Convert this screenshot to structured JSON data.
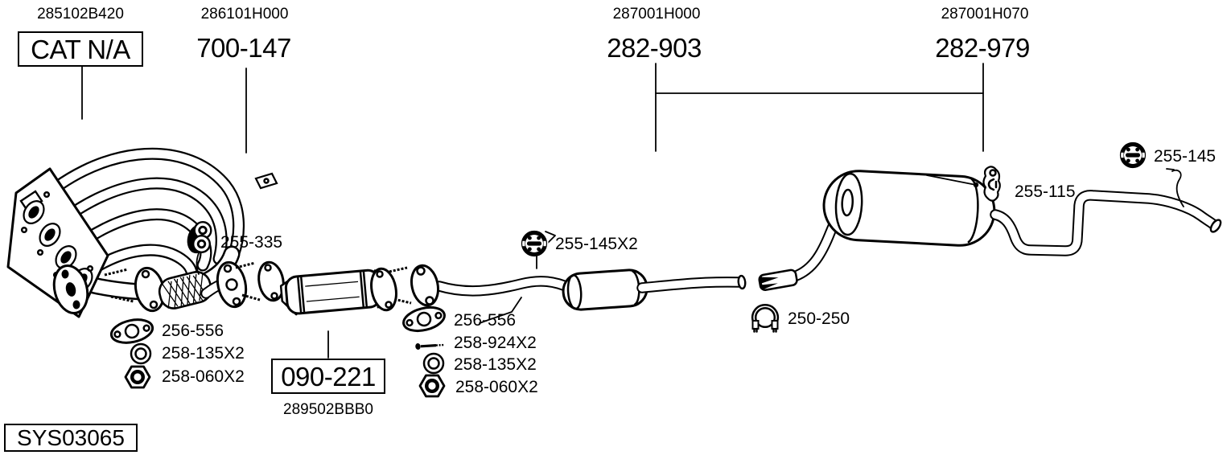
{
  "drawing_code": "SYS03065",
  "assemblies": [
    {
      "oem_code": "285102B420",
      "label": "CAT N/A",
      "boxed": true
    },
    {
      "oem_code": "286101H000",
      "label": "700-147",
      "boxed": false
    },
    {
      "oem_code": "287001H000",
      "label": "282-903",
      "boxed": false
    },
    {
      "oem_code": "287001H070",
      "label": "282-979",
      "boxed": false
    }
  ],
  "boxed_kit": {
    "label": "090-221",
    "oem_code": "289502BBB0",
    "boxed": true
  },
  "mountings": {
    "flex_hanger": {
      "icon": "hanger-bracket-icon",
      "label": "255-335"
    },
    "center_mount": {
      "icon": "rubber-mount-icon",
      "label": "255-145X2"
    },
    "rear_hanger": {
      "icon": "hanger-bracket-icon",
      "label": "255-115"
    },
    "tail_mount": {
      "icon": "rubber-mount-icon",
      "label": "255-145"
    },
    "clamp": {
      "icon": "clamp-icon",
      "label": "250-250"
    }
  },
  "hardware": {
    "front_joint_kit": [
      {
        "icon": "gasket-icon",
        "label": "256-556"
      },
      {
        "icon": "washer-icon",
        "label": "258-135X2"
      },
      {
        "icon": "nut-icon",
        "label": "258-060X2"
      }
    ],
    "center_joint_kit": [
      {
        "icon": "gasket-icon",
        "label": "256-556"
      },
      {
        "icon": "bolt-icon",
        "label": "258-924X2"
      },
      {
        "icon": "washer-icon",
        "label": "258-135X2"
      },
      {
        "icon": "nut-icon",
        "label": "258-060X2"
      }
    ]
  },
  "colors": {
    "ink": "#000000",
    "background": "#ffffff"
  }
}
